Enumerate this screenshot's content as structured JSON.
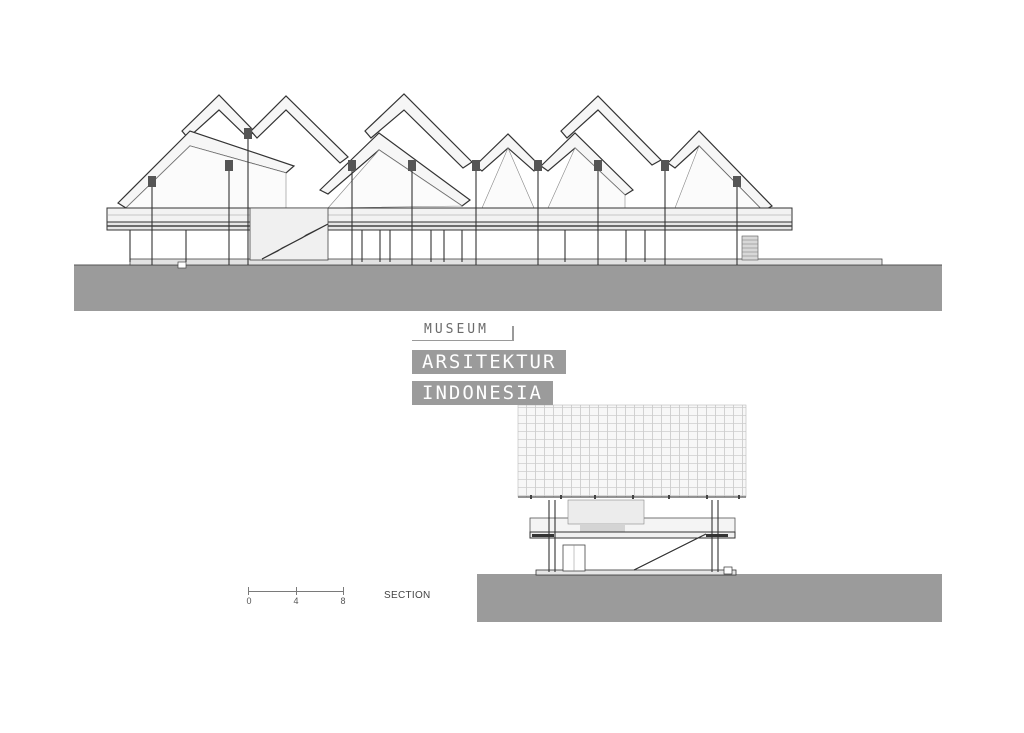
{
  "logo": {
    "line1": "MUSEUM",
    "line2": "ARSITEKTUR",
    "line3": "INDONESIA"
  },
  "scale_bar": {
    "ticks": [
      "0",
      "4",
      "8"
    ]
  },
  "section_label": "SECTION",
  "colors": {
    "ground": "#9b9b9b",
    "line": "#3a3a3a",
    "roof": "#f4f4f4",
    "logo_box": "#9b9b9b"
  }
}
